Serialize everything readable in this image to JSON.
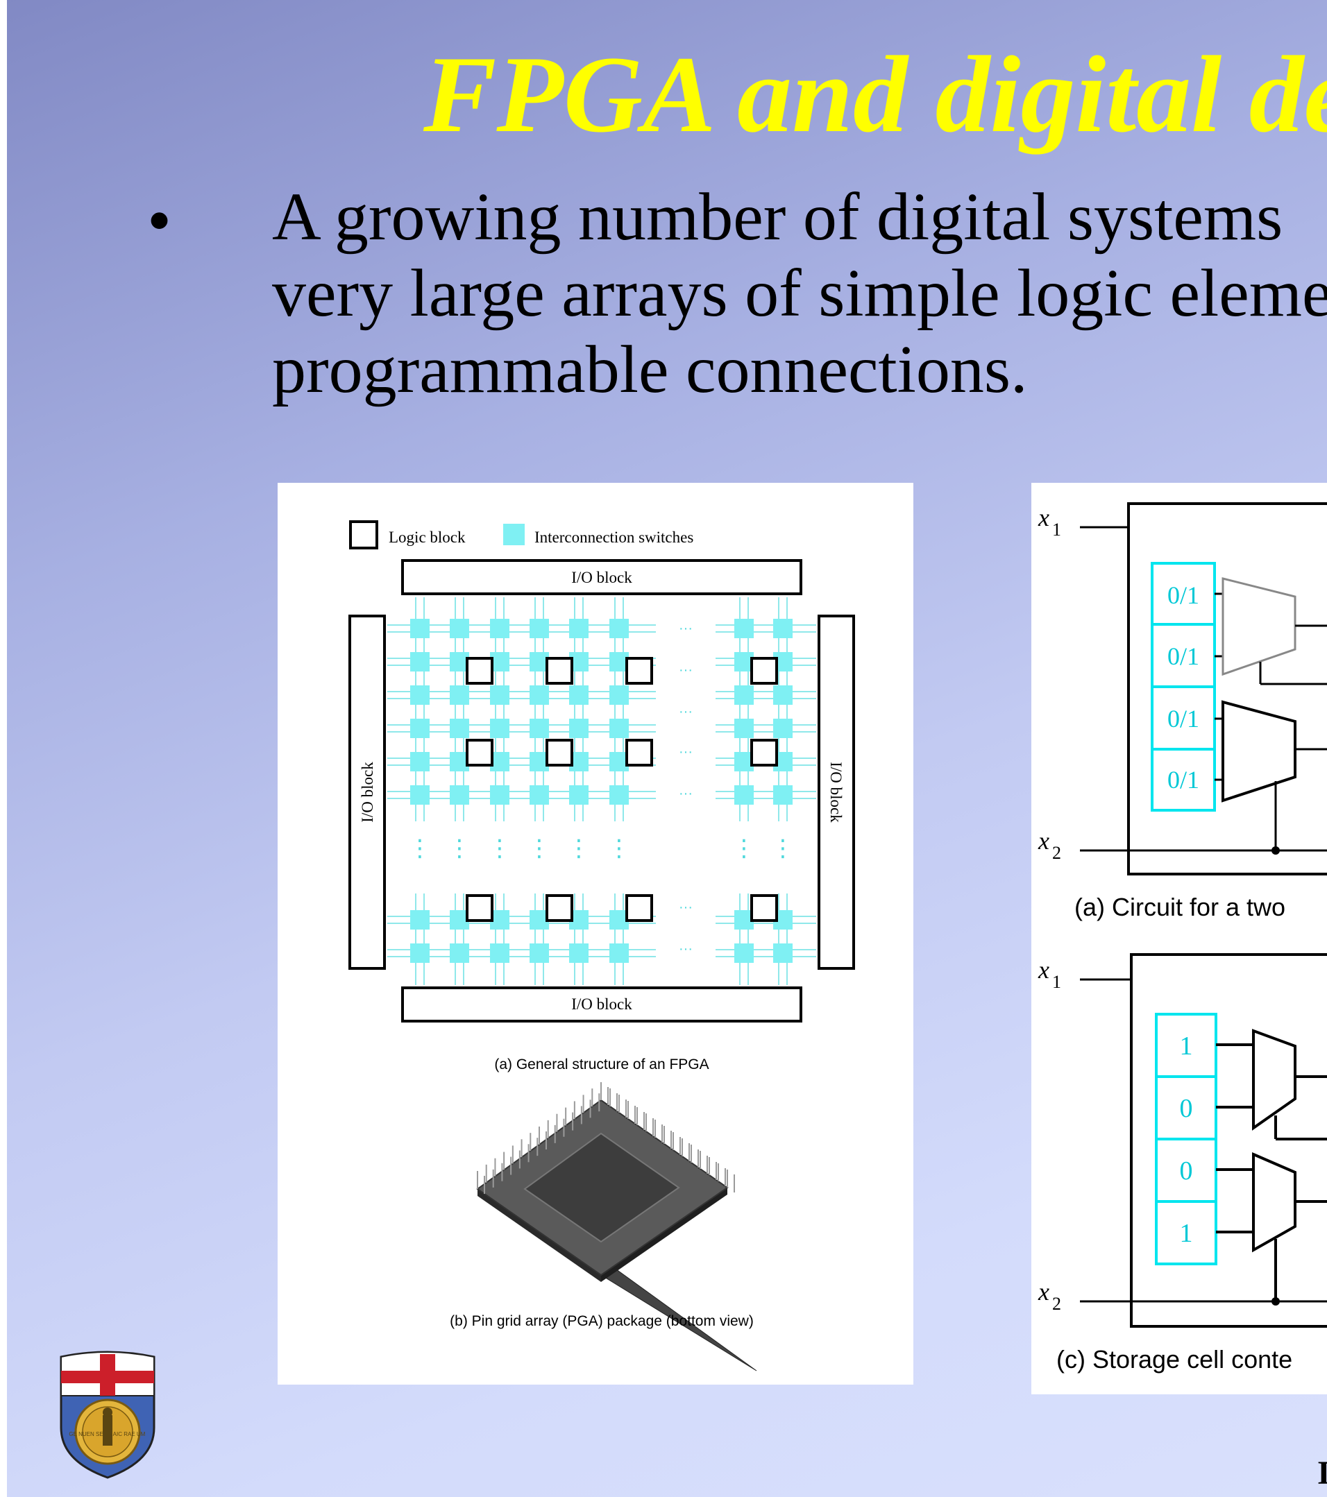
{
  "slide": {
    "title": "FPGA and digital des",
    "bullet": {
      "marker": "•",
      "lines": [
        "A growing number of digital systems",
        "very large arrays of simple logic eleme",
        "programmable connections."
      ]
    },
    "footer_fragment": "I"
  },
  "figure_left": {
    "legend_logic_block": "Logic block",
    "legend_switches": "Interconnection switches",
    "io_top": "I/O block",
    "io_bottom": "I/O block",
    "io_left": "I/O block",
    "io_right": "I/O block",
    "ellipsis_h": "···",
    "ellipsis_v": "⋮",
    "caption_a": "(a) General structure of an FPGA",
    "caption_b": "(b) Pin grid array (PGA) package (bottom view)"
  },
  "figure_right": {
    "x1_label": "x",
    "x1_sub": "1",
    "x2_label": "x",
    "x2_sub": "2",
    "cells_top": [
      "0/1",
      "0/1",
      "0/1",
      "0/1"
    ],
    "caption_a": "(a) Circuit for a two",
    "cells_bottom": [
      "1",
      "0",
      "0",
      "1"
    ],
    "caption_c": "(c) Storage cell conte"
  },
  "logo": {
    "icon": "university-crest-icon",
    "inscription_left": "GE NUEN SE",
    "inscription_right": "AIC RAE UM"
  },
  "colors": {
    "title": "#ffff00",
    "cyan": "#00e5ee",
    "switch": "#7ff0f3",
    "background_top": "#8189c4",
    "background_bottom": "#d9e0fc"
  }
}
